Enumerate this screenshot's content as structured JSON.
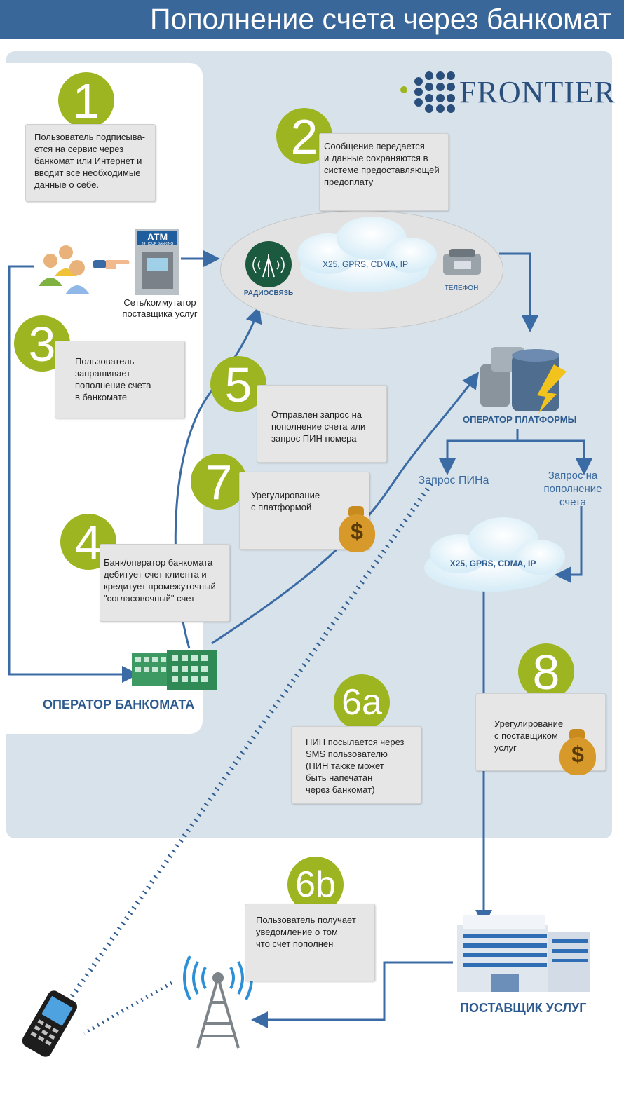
{
  "title": "Пополнение счета через банкомат",
  "logo": {
    "text": "FRONTIER"
  },
  "steps": {
    "s1": {
      "num": "1",
      "text": "Пользователь подписыва-\nется на сервис через\nбанкомат или Интернет и\nвводит все необходимые\nданные о себе."
    },
    "s2": {
      "num": "2",
      "text": "Сообщение передается\nи данные сохраняются в\nсистеме предоставляющей\nпредоплату"
    },
    "s3": {
      "num": "3",
      "text": "Пользователь\nзапрашивает\nпополнение счета\nв банкомате"
    },
    "s4": {
      "num": "4",
      "text": "Банк/оператор банкомата\nдебитует счет клиента и\nкредитует промежуточный\n\"согласовочный\" счет"
    },
    "s5": {
      "num": "5",
      "text": "Отправлен запрос на\nпополнение счета или\nзапрос ПИН номера"
    },
    "s6a": {
      "num": "6a",
      "text": "ПИН посылается через\nSMS пользователю\n(ПИН также может\nбыть напечатан\nчерез банкомат)"
    },
    "s6b": {
      "num": "6b",
      "text": "Пользователь получает\nуведомление о том\nчто счет пополнен"
    },
    "s7": {
      "num": "7",
      "text": "Урегулирование\nс платформой"
    },
    "s8": {
      "num": "8",
      "text": "Урегулирование\nс поставщиком\nуслуг"
    }
  },
  "labels": {
    "atm_sign": "ATM",
    "atm_sub": "24 HOUR BANKING",
    "atm_caption": "Сеть/коммутатор\nпоставщика услуг",
    "radio": "РАДИОСВЯЗЬ",
    "cloud1": "X25, GPRS, CDMA, IP",
    "phone": "ТЕЛЕФОН",
    "platform_operator": "ОПЕРАТОР ПЛАТФОРМЫ",
    "pin_request": "Запрос ПИНа",
    "topup_request": "Запрос на\nпополнение\nсчета",
    "cloud2": "X25, GPRS, CDMA, IP",
    "atm_operator": "ОПЕРАТОР БАНКОМАТА",
    "provider": "ПОСТАВЩИК УСЛУГ",
    "dollar": "$"
  },
  "colors": {
    "header": "#39679a",
    "panel": "#d7e2ea",
    "step_circle": "#9cb521",
    "arrow": "#3b6ba5",
    "label_blue": "#2d5a8e"
  }
}
